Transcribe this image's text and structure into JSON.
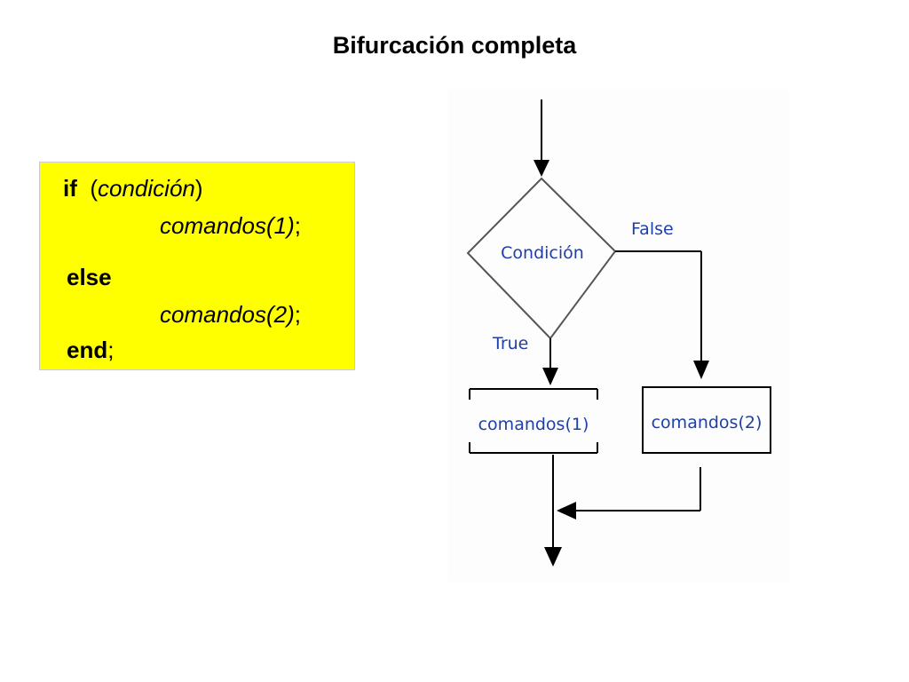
{
  "title": "Bifurcación completa",
  "code": {
    "if_keyword": "if",
    "open_paren": "(",
    "condition": "condición",
    "close_paren": ")",
    "commands1": "comandos(1)",
    "commands2": "comandos(2)",
    "semicolon": ";",
    "else_keyword": "else",
    "end_keyword": "end"
  },
  "flowchart": {
    "decision_label": "Condición",
    "false_label": "False",
    "true_label": "True",
    "box1_label": "comandos(1)",
    "box2_label": "comandos(2)",
    "text_color": "#1f3fa8",
    "line_color": "#000000",
    "decision_color": "#555555"
  }
}
